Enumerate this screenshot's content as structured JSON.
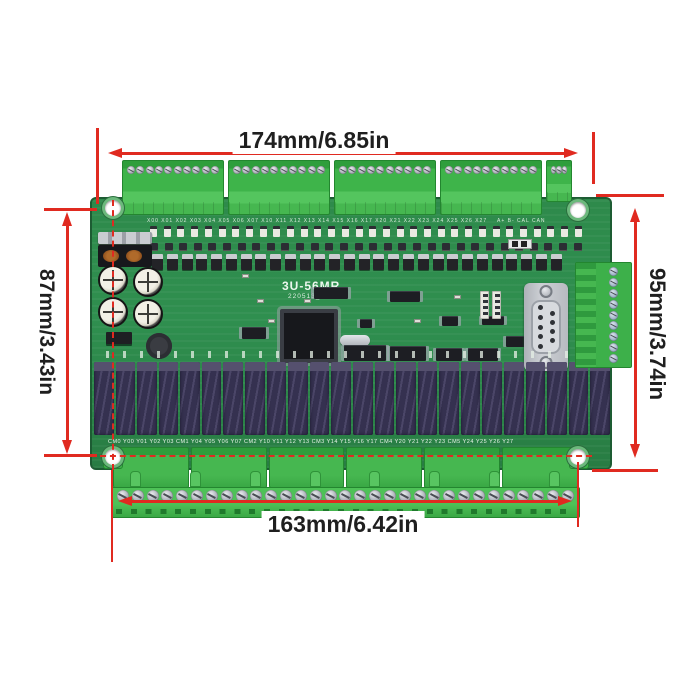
{
  "product": {
    "name_on_board": "3U-56MR",
    "version_on_board": "220513_V13"
  },
  "dimensions": {
    "top": "174mm/6.85in",
    "left": "87mm/3.43in",
    "right": "95mm/3.74in",
    "bottom": "163mm/6.42in"
  },
  "silkscreen": {
    "inputs_row": "X00 X01 X02 X03 X04 X05 X06 X07 X10 X11 X12 X13 X14 X15 X16 X17 X20 X21 X22 X23 X24 X25 X26 X27",
    "comm_labels": "A+ B- CAL CAN",
    "outputs_row": "CM0 Y00 Y01 Y02 Y03 CM1 Y04 Y05 Y06 Y07 CM2 Y10 Y11 Y12 Y13 CM3 Y14 Y15 Y16 Y17 CM4 Y20 Y21 Y22 Y23 CM5 Y24 Y25 Y26 Y27"
  },
  "colors": {
    "dimension_red": "#e02a20",
    "pcb_green": "#2f8a4c",
    "terminal_green": "#3eb44a",
    "relay_dark": "#37334f",
    "label_text": "#1f1f1f"
  }
}
